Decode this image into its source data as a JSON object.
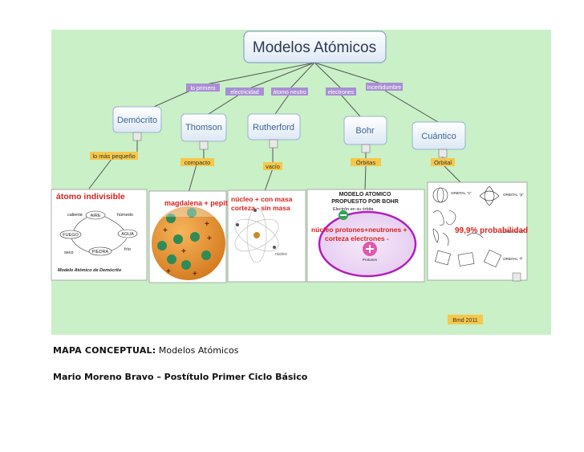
{
  "map": {
    "title": "Modelos Atómicos",
    "bg_color": "#c9f0c6",
    "connectors": [
      "lo primero",
      "electricidad",
      "átomo neutro",
      "electrones",
      "incertidumbre"
    ],
    "models": [
      {
        "name": "Demócrito",
        "link": "lo más pequeño"
      },
      {
        "name": "Thomson",
        "link": "compacto"
      },
      {
        "name": "Rutherford",
        "link": "vacío"
      },
      {
        "name": "Bohr",
        "link": "Órbitas"
      },
      {
        "name": "Cuántico",
        "link": "Orbital"
      }
    ],
    "cards": {
      "democrito": {
        "title": "átomo indivisible",
        "elements": [
          "AIRE",
          "FUEGO",
          "AGUA",
          "PIEDRA"
        ],
        "relations": [
          "caliente",
          "húmedo",
          "frío",
          "seco"
        ],
        "caption": "Modelo Atómico de Demócrito"
      },
      "thomson": {
        "label": "magdalena + pepitas -"
      },
      "rutherford": {
        "label_1": "núcleo + con masa",
        "label_2": "corteza - sin masa",
        "small": "núcleo"
      },
      "bohr": {
        "title_1": "MODELO ATOMICO",
        "title_2": "PROPUESTO POR BOHR",
        "subtitle": "Electrón en su órbita",
        "label_1": "núcleo protones+neutrones +",
        "label_2": "corteza electrones  -",
        "small": "Protones"
      },
      "cuantico": {
        "label": "99,9% probabilidad",
        "orbitals": [
          "ORBITAL \"s\"",
          "ORBITAL \"p\"",
          "ORBITAL \"d\"",
          "ORBITAL \"f\""
        ]
      }
    },
    "footer_tag": "Bmd 2011"
  },
  "caption": {
    "line1_bold": "MAPA CONCEPTUAL:",
    "line1_rest": " Modelos Atómicos",
    "line2": "Mario Moreno Bravo – Postítulo Primer Ciclo Básico"
  },
  "colors": {
    "node_fill": "#eef4fb",
    "node_text": "#3e6596",
    "connector_fill": "#a98ed4",
    "link_fill": "#f5c84a",
    "title_text": "#2d3a52",
    "red_label": "#d6231f",
    "ring": "#b01fbf"
  }
}
